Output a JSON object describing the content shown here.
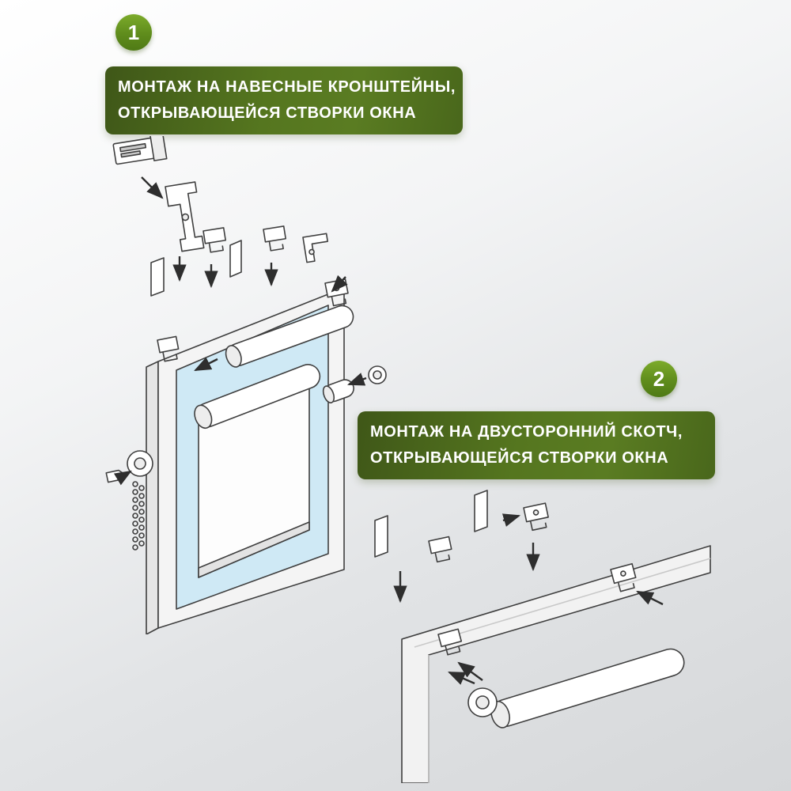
{
  "steps": [
    {
      "number": "1",
      "title_line1": "МОНТАЖ НА НАВЕСНЫЕ КРОНШТЕЙНЫ,",
      "title_line2": "ОТКРЫВАЮЩЕЙСЯ СТВОРКИ ОКНА"
    },
    {
      "number": "2",
      "title_line1": "МОНТАЖ НА ДВУСТОРОННИЙ СКОТЧ,",
      "title_line2": "ОТКРЫВАЮЩЕЙСЯ СТВОРКИ ОКНА"
    }
  ],
  "colors": {
    "badge_gradient_top": "#7cab2b",
    "badge_gradient_bottom": "#4f7a15",
    "banner_gradient_start": "#3f5718",
    "banner_gradient_end": "#5a7c22",
    "background_top": "#ffffff",
    "background_bottom": "#d5d7d9",
    "drawing_line": "#3f3f3f",
    "window_glass": "#cfe9f5"
  }
}
